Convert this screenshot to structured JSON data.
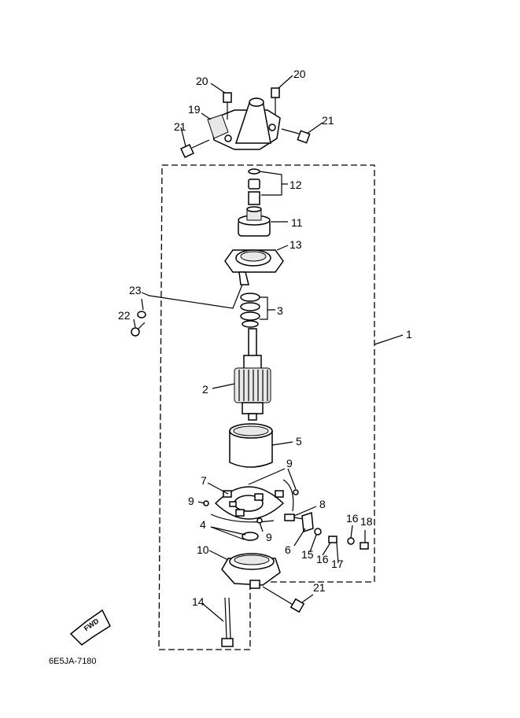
{
  "diagram": {
    "drawing_code": "6E5JA-7180",
    "fwd_label": "FWD",
    "callouts": {
      "c1": "1",
      "c2": "2",
      "c3": "3",
      "c4": "4",
      "c5": "5",
      "c6": "6",
      "c7": "7",
      "c8": "8",
      "c9a": "9",
      "c9b": "9",
      "c9c": "9",
      "c10": "10",
      "c11": "11",
      "c12": "12",
      "c13": "13",
      "c14": "14",
      "c15": "15",
      "c16a": "16",
      "c16b": "16",
      "c17": "17",
      "c18": "18",
      "c19": "19",
      "c20a": "20",
      "c20b": "20",
      "c21a": "21",
      "c21b": "21",
      "c21c": "21",
      "c22": "22",
      "c23": "23"
    }
  }
}
